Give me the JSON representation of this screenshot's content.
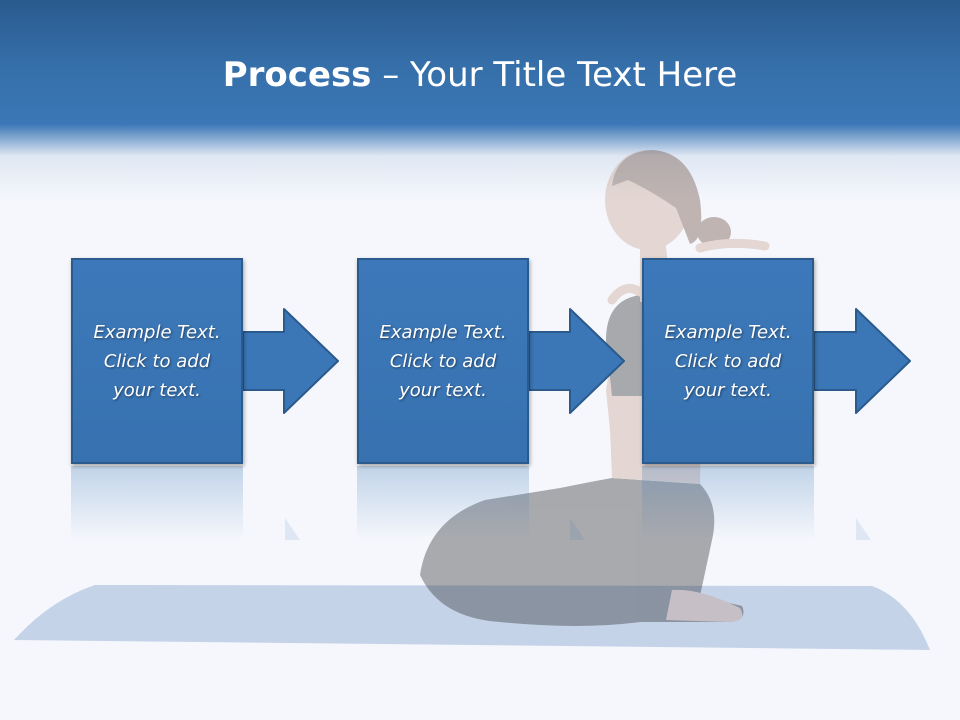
{
  "slide": {
    "title_bold": "Process",
    "title_rest": " – Your Title Text Here"
  },
  "steps": [
    {
      "text": "Example Text.\nClick  to add\nyour text."
    },
    {
      "text": "Example Text.\nClick  to add\nyour text."
    },
    {
      "text": "Example Text.\nClick  to add\nyour text."
    }
  ],
  "colors": {
    "header_blue": "#3670ab",
    "step_fill": "#3b77b6",
    "step_border": "#2b5a8c",
    "mat": "#b9c9e3",
    "background": "#f5f7fc"
  },
  "background_image": "kneeling-yoga-woman-photo"
}
